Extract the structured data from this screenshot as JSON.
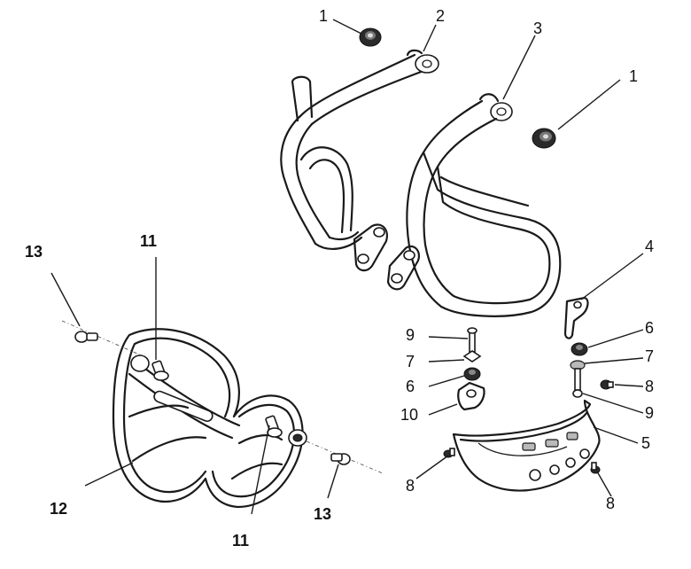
{
  "callouts": {
    "c1a": "1",
    "c2": "2",
    "c3": "3",
    "c1b": "1",
    "c4": "4",
    "c9a": "9",
    "c6a": "6",
    "c7a": "7",
    "c7b": "7",
    "c6b": "6",
    "c8a": "8",
    "c10": "10",
    "c9b": "9",
    "c5": "5",
    "c8b": "8",
    "c8c": "8",
    "c13a": "13",
    "c11a": "11",
    "c12": "12",
    "c11b": "11",
    "c13b": "13"
  }
}
